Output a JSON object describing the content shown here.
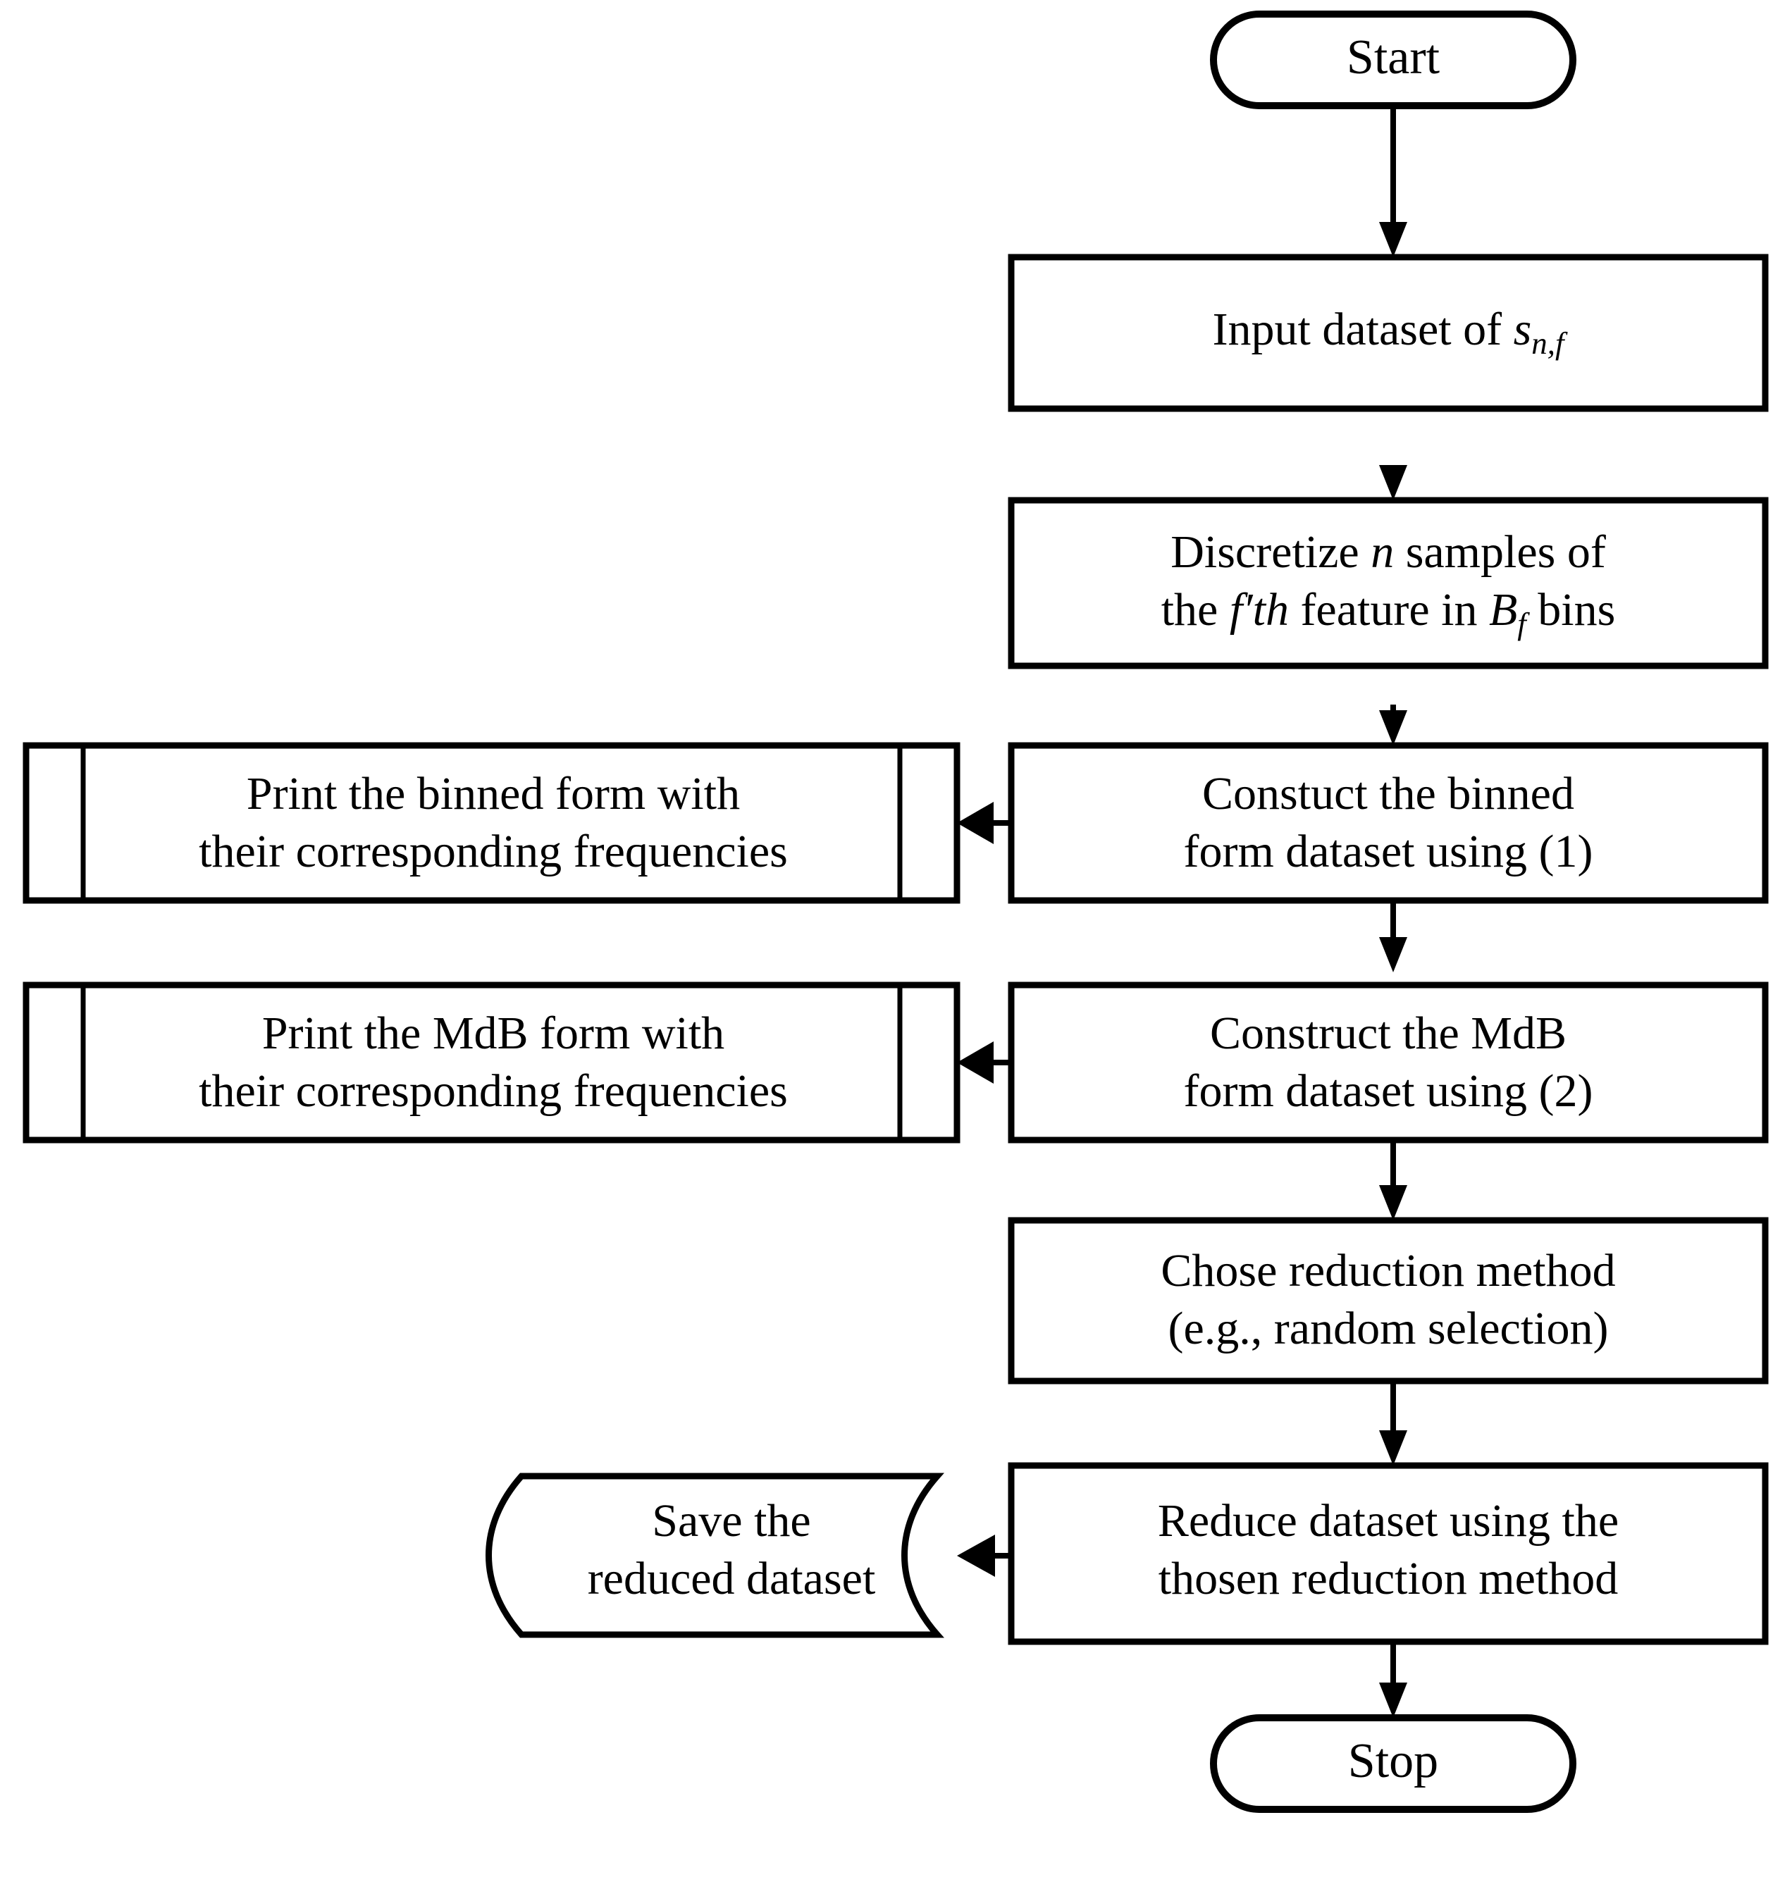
{
  "diagram": {
    "title": "Data reduction flowchart",
    "background_color": "#ffffff",
    "line_color": "#000000",
    "fill_color": "#ffffff"
  },
  "nodes": {
    "start": {
      "shape": "terminator",
      "label": "Start"
    },
    "input": {
      "shape": "process",
      "line1_a": "Input dataset of ",
      "line1_var": "s",
      "line1_sub": "n,f"
    },
    "discretize": {
      "shape": "process",
      "line1_a": "Discretize ",
      "line1_var": "n",
      "line1_b": " samples of",
      "line2_a": "the ",
      "line2_var": "f′th",
      "line2_b": " feature in ",
      "line2_var2": "B",
      "line2_sub": "f",
      "line2_c": " bins"
    },
    "construct_binned": {
      "shape": "process",
      "line1": "Constuct the binned",
      "line2": "form dataset using (1)"
    },
    "print_binned": {
      "shape": "predefined-process",
      "line1": "Print the binned form with",
      "line2": "their corresponding frequencies"
    },
    "construct_mdb": {
      "shape": "process",
      "line1": "Construct the MdB",
      "line2": "form dataset using (2)"
    },
    "print_mdb": {
      "shape": "predefined-process",
      "line1": "Print the MdB form with",
      "line2": "their corresponding frequencies"
    },
    "chose_method": {
      "shape": "process",
      "line1": "Chose reduction method",
      "line2": "(e.g., random selection)"
    },
    "reduce": {
      "shape": "process",
      "line1": "Reduce dataset using the",
      "line2": "thosen reduction method"
    },
    "save": {
      "shape": "stored-data",
      "line1": "Save the",
      "line2": "reduced dataset"
    },
    "stop": {
      "shape": "terminator",
      "label": "Stop"
    }
  },
  "edges": [
    {
      "from": "start",
      "to": "input",
      "direction": "down"
    },
    {
      "from": "input",
      "to": "discretize",
      "direction": "down"
    },
    {
      "from": "discretize",
      "to": "construct_binned",
      "direction": "down"
    },
    {
      "from": "construct_binned",
      "to": "print_binned",
      "direction": "left"
    },
    {
      "from": "construct_binned",
      "to": "construct_mdb",
      "direction": "down"
    },
    {
      "from": "construct_mdb",
      "to": "print_mdb",
      "direction": "left"
    },
    {
      "from": "construct_mdb",
      "to": "chose_method",
      "direction": "down"
    },
    {
      "from": "chose_method",
      "to": "reduce",
      "direction": "down"
    },
    {
      "from": "reduce",
      "to": "save",
      "direction": "left"
    },
    {
      "from": "reduce",
      "to": "stop",
      "direction": "down"
    }
  ]
}
